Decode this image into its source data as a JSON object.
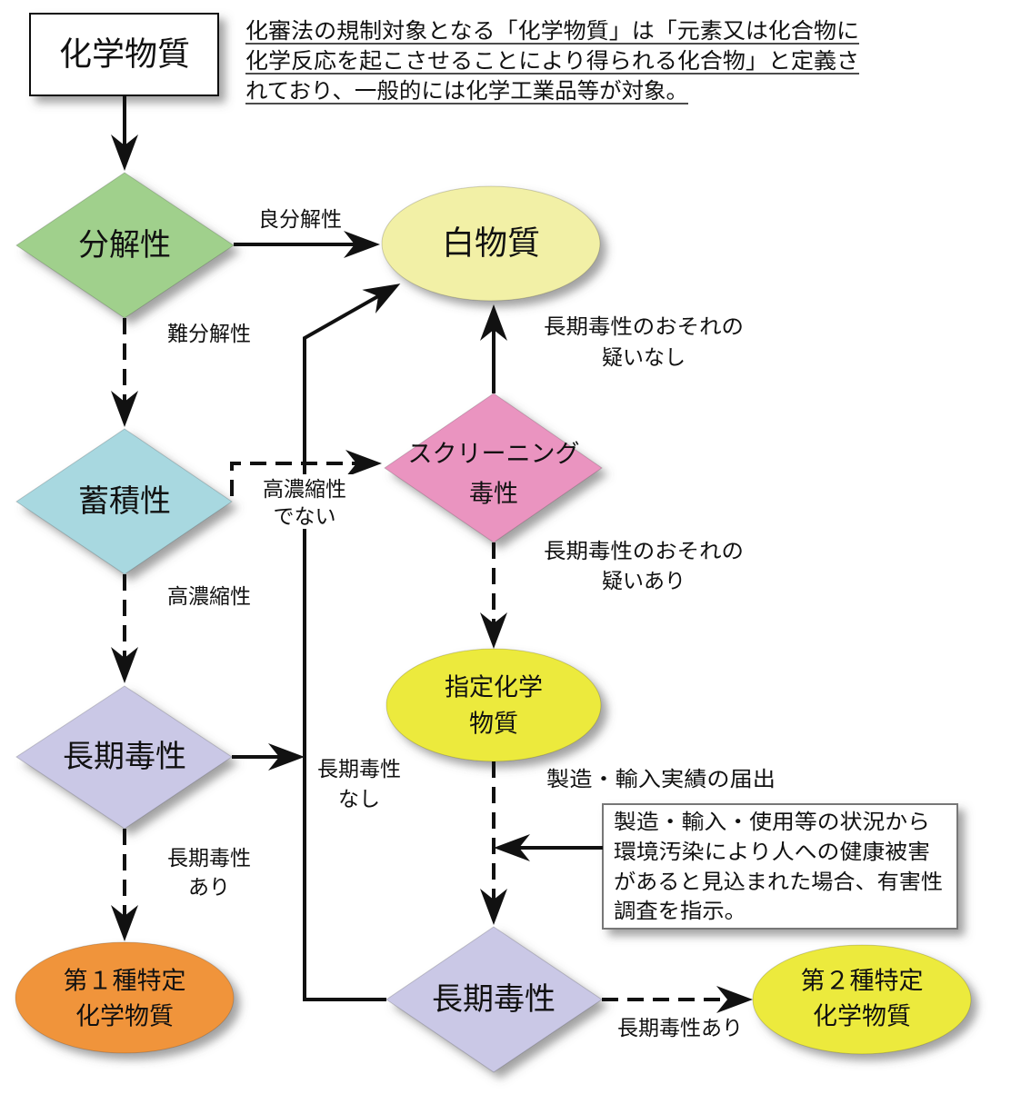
{
  "start_box": {
    "label": "化学物質"
  },
  "definition": {
    "lines": [
      "化審法の規制対象となる「化学物質」は「元素又は化合物に",
      "化学反応を起こさせることにより得られる化合物」と定義さ",
      "れており、一般的には化学工業品等が対象。"
    ]
  },
  "nodes": {
    "degradability": {
      "label": "分解性",
      "color": "#a0d08c"
    },
    "white_substance": {
      "label": "白物質",
      "color": "#f2f0a6"
    },
    "bioaccumulation": {
      "label": "蓄積性",
      "color": "#a8d8e0"
    },
    "screening_toxicity": {
      "lines": [
        "スクリーニング",
        "毒性"
      ],
      "color": "#ea94c0"
    },
    "designated_substance": {
      "lines": [
        "指定化学",
        "物質"
      ],
      "color": "#ecea3c"
    },
    "long_term_toxicity_left": {
      "label": "長期毒性",
      "color": "#cac8e6"
    },
    "long_term_toxicity_bottom": {
      "label": "長期毒性",
      "color": "#cac8e6"
    },
    "class1_specified": {
      "lines": [
        "第１種特定",
        "化学物質"
      ],
      "color": "#f0943a"
    },
    "class2_specified": {
      "lines": [
        "第２種特定",
        "化学物質"
      ],
      "color": "#ecea3c"
    }
  },
  "edge_labels": {
    "readily_degradable": "良分解性",
    "hardly_degradable": "難分解性",
    "highly_accumulative": "高濃縮性",
    "not_highly_accumulative": [
      "高濃縮性",
      "でない"
    ],
    "long_term_toxic_left": [
      "長期毒性",
      "あり"
    ],
    "no_long_term_toxicity": [
      "長期毒性",
      "なし"
    ],
    "no_suspected_toxicity": [
      "長期毒性のおそれの",
      "疑いなし"
    ],
    "suspected_toxicity": [
      "長期毒性のおそれの",
      "疑いあり"
    ],
    "production_import_report": "製造・輸入実績の届出",
    "long_term_toxic_bottom": "長期毒性あり"
  },
  "note_box": {
    "lines": [
      "製造・輸入・使用等の状況から",
      "環境汚染により人への健康被害",
      "があると見込まれた場合、有害性",
      "調査を指示。"
    ]
  }
}
